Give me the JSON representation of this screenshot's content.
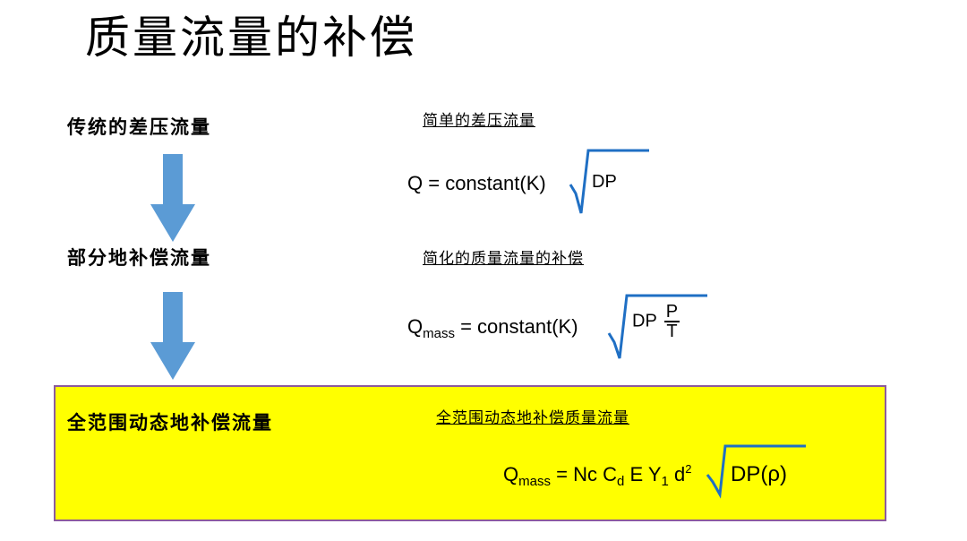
{
  "title": "质量流量的补偿",
  "stages": [
    {
      "label": "传统的差压流量"
    },
    {
      "label": "部分地补偿流量"
    },
    {
      "label": "全范围动态地补偿流量"
    }
  ],
  "headings": [
    "简单的差压流量",
    "简化的质量流量的补偿",
    "全范围动态地补偿质量流量"
  ],
  "equations": {
    "eq1": {
      "lhs": "Q",
      "rhs": "= constant(K)",
      "radicand": "DP"
    },
    "eq2": {
      "lhs": "Q",
      "lhs_sub": "mass",
      "rhs": "= constant(K)",
      "radicand": "DP",
      "frac_num": "P",
      "frac_den": "T"
    },
    "eq3": {
      "lhs": "Q",
      "lhs_sub": "mass",
      "eq_sign": "=",
      "nc": "Nc",
      "c": "C",
      "c_sub": "d",
      "e": "E",
      "y": "Y",
      "y_sub": "1",
      "d": "d",
      "d_sup": "2",
      "radicand": "DP(ρ)"
    }
  },
  "colors": {
    "arrow": "#5b9bd5",
    "highlight": "#ffff00",
    "box_border": "#8c5a9e",
    "radical": "#1f6fc4"
  }
}
